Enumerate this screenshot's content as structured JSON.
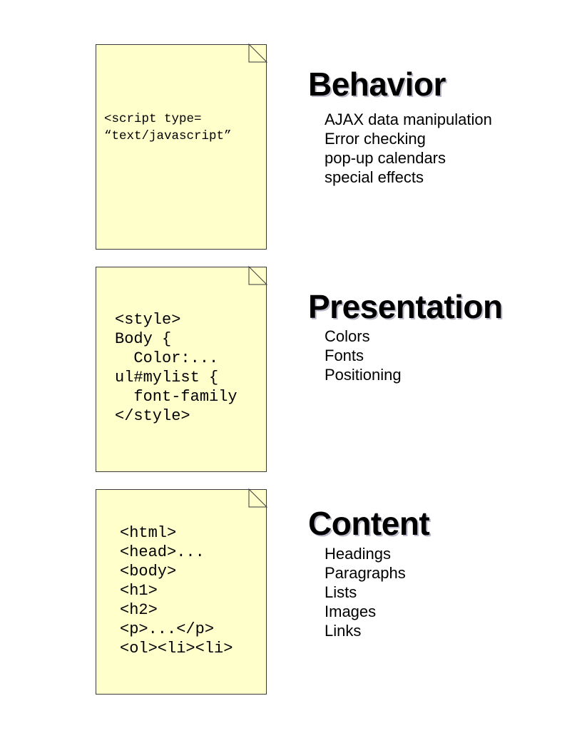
{
  "layers": [
    {
      "code_lines": [
        "<script type=",
        "“text/javascript”"
      ],
      "heading": "Behavior",
      "items": [
        "AJAX data manipulation",
        "Error checking",
        "pop-up calendars",
        "special effects"
      ]
    },
    {
      "code_lines": [
        "<style>",
        "Body {",
        "  Color:...",
        "ul#mylist {",
        "  font-family",
        "</style>"
      ],
      "heading": "Presentation",
      "items": [
        "Colors",
        "Fonts",
        "Positioning"
      ]
    },
    {
      "code_lines": [
        "<html>",
        "<head>...",
        "<body>",
        "<h1>",
        "<h2>",
        "<p>...</p>",
        "<ol><li><li>"
      ],
      "heading": "Content",
      "items": [
        "Headings",
        "Paragraphs",
        "Lists",
        "Images",
        "Links"
      ]
    }
  ],
  "colors": {
    "note_fill": "#ffffcc",
    "note_border": "#3a3a3a",
    "heading_shadow": "#b9b9c8"
  }
}
